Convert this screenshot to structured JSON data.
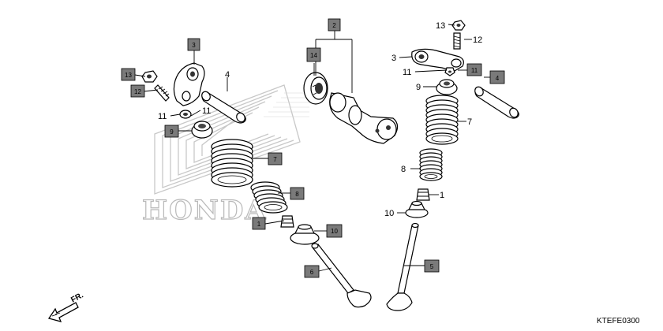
{
  "watermark": {
    "brand_text": "HONDA"
  },
  "diagram_code": "KTEFE0300",
  "direction_label": "FR.",
  "callouts": {
    "boxed_2": "2",
    "boxed_3": "3",
    "boxed_13": "13",
    "boxed_12": "12",
    "boxed_14": "14",
    "boxed_9": "9",
    "boxed_7": "7",
    "boxed_8": "8",
    "boxed_1": "1",
    "boxed_10": "10",
    "boxed_6": "6",
    "boxed_11": "11",
    "boxed_4": "4",
    "boxed_5": "5",
    "plain_4": "4",
    "plain_11a": "11",
    "plain_11b": "11",
    "plain_13": "13",
    "plain_12": "12",
    "plain_3": "3",
    "plain_11": "11",
    "plain_9": "9",
    "plain_7": "7",
    "plain_8": "8",
    "plain_1": "1",
    "plain_10": "10"
  }
}
